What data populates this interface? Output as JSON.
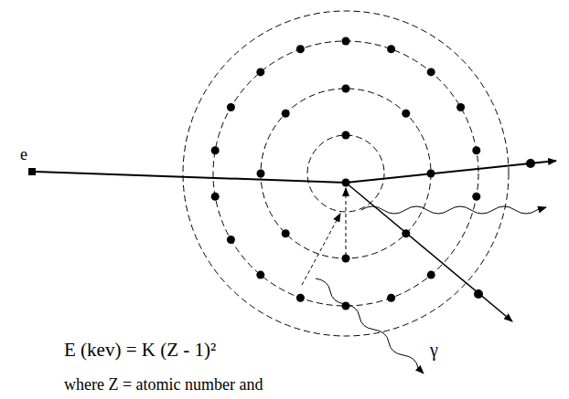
{
  "diagram": {
    "labels": [
      "e",
      "E (kev) = K (Z - 1)²",
      "where Z = atomic number and",
      "γ"
    ]
  }
}
